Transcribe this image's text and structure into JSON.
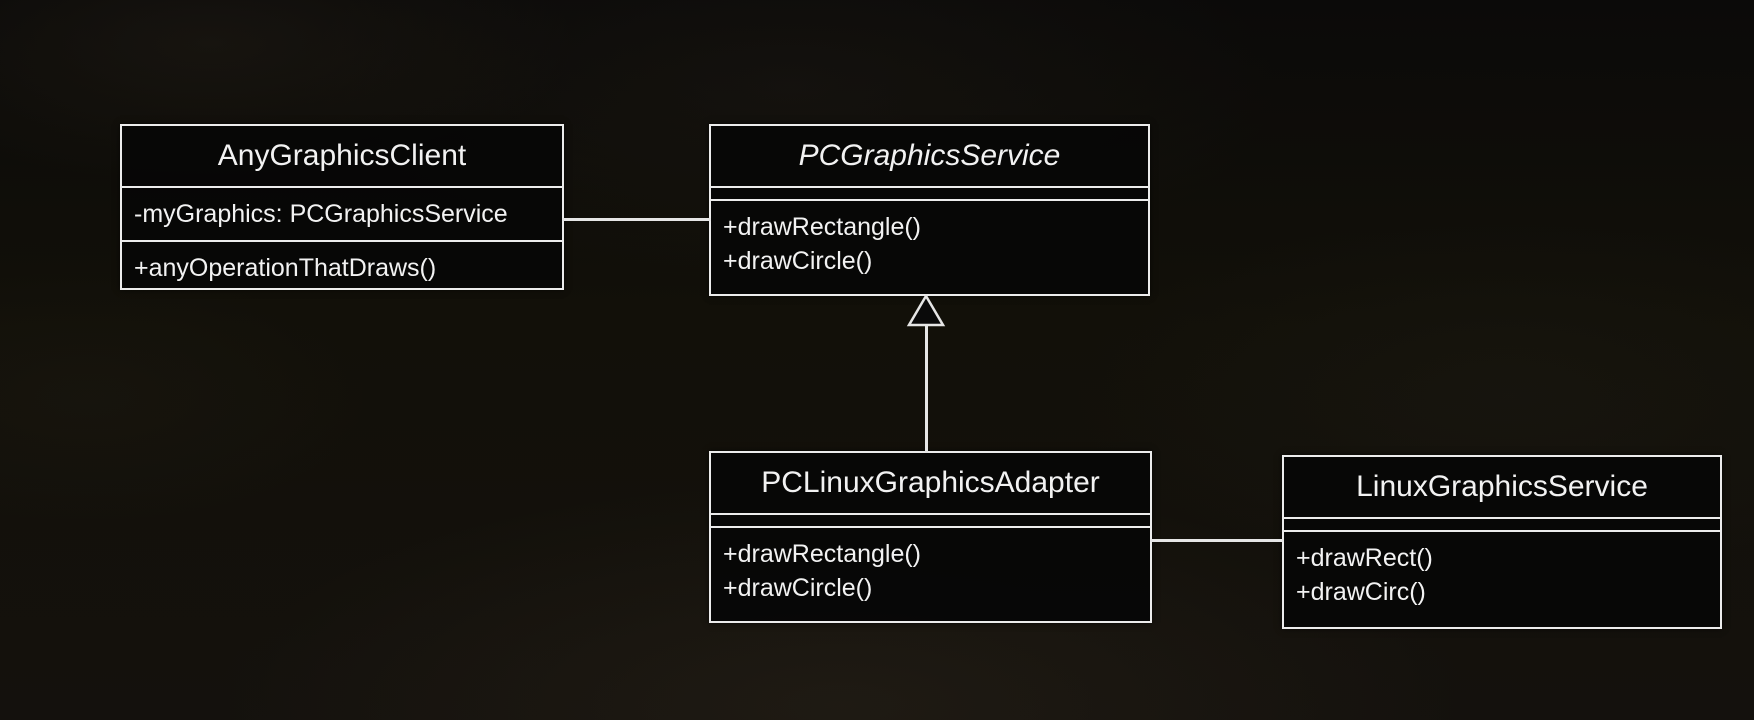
{
  "diagram": {
    "kind": "uml-class-diagram",
    "colors": {
      "background": "#0d0c0a",
      "box_fill": "#060606",
      "box_border": "#ececec",
      "text": "#f2f2f2",
      "connector": "#e6e6e6"
    },
    "classes": [
      {
        "id": "AnyGraphicsClient",
        "title": "AnyGraphicsClient",
        "title_style": "normal",
        "attributes": [
          "-myGraphics: PCGraphicsService"
        ],
        "methods": [
          "+anyOperationThatDraws()"
        ]
      },
      {
        "id": "PCGraphicsService",
        "title": "PCGraphicsService",
        "title_style": "italic",
        "attributes": [],
        "methods": [
          "+drawRectangle()",
          "+drawCircle()"
        ]
      },
      {
        "id": "PCLinuxGraphicsAdapter",
        "title": "PCLinuxGraphicsAdapter",
        "title_style": "normal",
        "attributes": [],
        "methods": [
          "+drawRectangle()",
          "+drawCircle()"
        ]
      },
      {
        "id": "LinuxGraphicsService",
        "title": "LinuxGraphicsService",
        "title_style": "normal",
        "attributes": [],
        "methods": [
          "+drawRect()",
          "+drawCirc()"
        ]
      }
    ],
    "relationships": [
      {
        "from": "AnyGraphicsClient",
        "to": "PCGraphicsService",
        "type": "association"
      },
      {
        "from": "PCLinuxGraphicsAdapter",
        "to": "PCGraphicsService",
        "type": "generalization-hollow-triangle"
      },
      {
        "from": "PCLinuxGraphicsAdapter",
        "to": "LinuxGraphicsService",
        "type": "association"
      }
    ]
  }
}
